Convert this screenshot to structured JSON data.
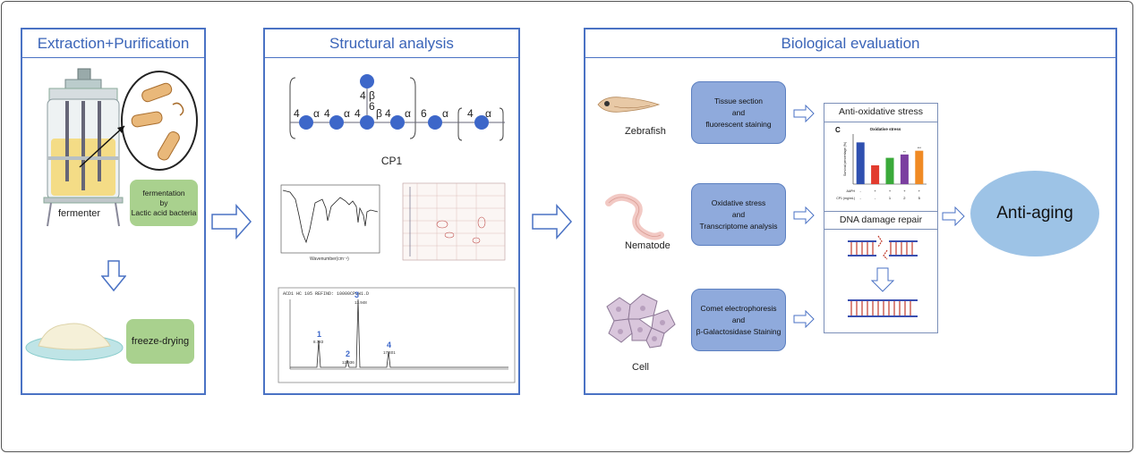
{
  "panels": {
    "extraction": {
      "title": "Extraction+Purification",
      "fermenter_label": "fermenter",
      "fermentation_box": "fermentation\nby\nLactic acid bacteria",
      "freeze_box": "freeze-drying"
    },
    "structural": {
      "title": "Structural analysis",
      "cp1_label": "CP1",
      "linkages": [
        "4",
        "α",
        "4",
        "α",
        "4",
        "6",
        "β",
        "4",
        "α",
        "6",
        "α",
        "4",
        "α"
      ],
      "branch_link": "4 β",
      "ir_xlabel": "Wavenumber(cm⁻¹)",
      "hplc_header": "ACD1 HC 105  REFIND: 10000CP0W1.D",
      "peaks": [
        {
          "label": "1",
          "time": "8.783"
        },
        {
          "label": "2",
          "time": "12.936"
        },
        {
          "label": "3",
          "time": "13.948"
        },
        {
          "label": "4",
          "time": "17.401"
        }
      ]
    },
    "biological": {
      "title": "Biological evaluation",
      "organisms": [
        "Zebrafish",
        "Nematode",
        "Cell"
      ],
      "assays": [
        "Tissue section\nand\nfluorescent staining",
        "Oxidative stress\nand\nTranscriptome analysis",
        "Comet electrophoresis\nand\nβ-Galactosidase Staining"
      ],
      "result_titles": [
        "Anti-oxidative stress",
        "DNA damage repair"
      ],
      "outcome": "Anti-aging",
      "bar_chart": {
        "panel_letter": "C",
        "title": "Oxidative stress",
        "ylabel": "Survival percentage (%)",
        "row1_label": "AAPH",
        "row1_vals": [
          "-",
          "+",
          "+",
          "+",
          "+"
        ],
        "row2_label": "CP1 (mg/mL)",
        "row2_vals": [
          "-",
          "-",
          "1",
          "2",
          "5"
        ],
        "colors": [
          "#2f50b0",
          "#e23b2e",
          "#3aaa3a",
          "#7b3fa0",
          "#f08a24"
        ]
      }
    }
  },
  "chart_data": {
    "type": "bar",
    "title": "Oxidative stress",
    "ylabel": "Survival percentage (%)",
    "categories": [
      "-/-",
      "+/-",
      "+/1",
      "+/2",
      "+/5"
    ],
    "values": [
      100,
      45,
      63,
      71,
      80
    ],
    "ylim": [
      0,
      120
    ],
    "significance": [
      "",
      "",
      "",
      "**",
      "***"
    ]
  }
}
